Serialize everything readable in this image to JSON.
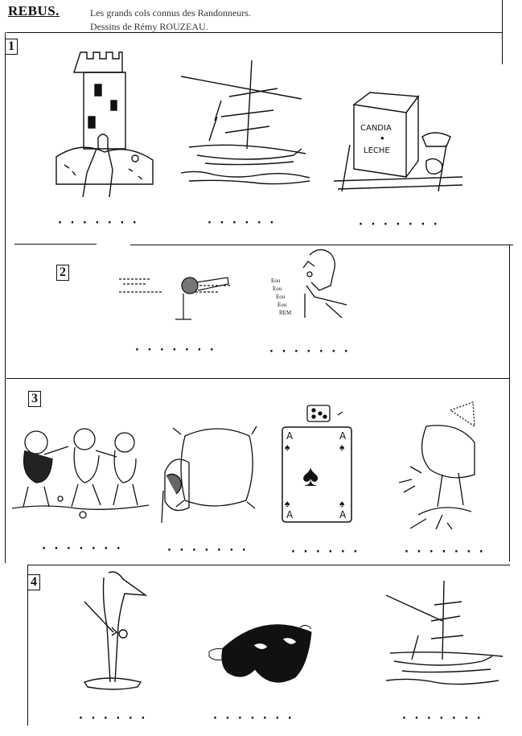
{
  "header": {
    "title": "REBUS.",
    "subtitle_line1": "Les grands cols connus des Randonneurs.",
    "subtitle_line2": "Dessins de Rémy ROUZEAU."
  },
  "sections": [
    {
      "number": "1",
      "answers": [
        "· · · · · · ·",
        "· · · · · ·",
        "· · · · · · ·"
      ]
    },
    {
      "number": "2",
      "answers": [
        "· · · · · · ·",
        "· · · · · · ·"
      ]
    },
    {
      "number": "3",
      "answers": [
        "· · · · · · ·",
        "· · · · · · ·",
        "· · · · · ·",
        "· · · · · · ·"
      ]
    },
    {
      "number": "4",
      "answers": [
        "· · · · · ·",
        "· · · · · · ·",
        "· · · · · · ·"
      ]
    }
  ],
  "labels": {
    "box_candia": "CANDIA",
    "box_leche": "LECHE",
    "bubble_lines": [
      "Eou",
      "Eou",
      "Eou",
      "Eou",
      "REM"
    ],
    "card_rank": "A"
  },
  "icons": [
    "castle",
    "sailboat",
    "milk-box",
    "moon-telescope",
    "singing-man",
    "dancing-ducks",
    "cushion",
    "ace-of-spades",
    "dice",
    "hill-dog",
    "stick-figure-bird",
    "black-mask",
    "sailboat-small"
  ]
}
